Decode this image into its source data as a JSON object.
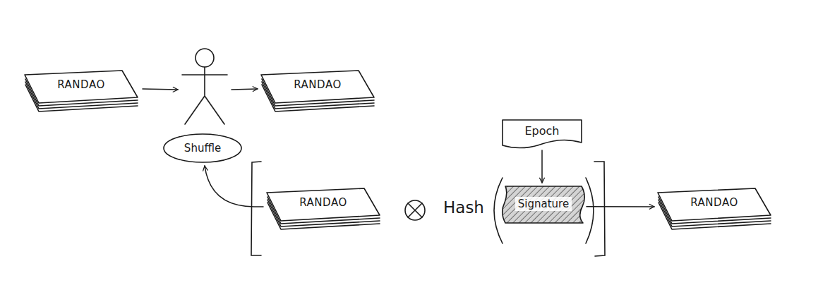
{
  "diagram": {
    "nodes": [
      {
        "text": [
          "RANDAO"
        ]
      },
      {
        "text": [
          "Shuffle"
        ]
      },
      {
        "text": [
          "RANDAO"
        ]
      },
      {
        "text": [
          "Epoch"
        ]
      },
      {
        "text": [
          "RANDAO"
        ]
      },
      {
        "text": [
          "Signature"
        ]
      },
      {
        "text": [
          "RANDAO"
        ]
      }
    ],
    "edges": [
      {
        "from": 0,
        "to": 1,
        "arrow": "to"
      },
      {
        "from": 1,
        "to": 2,
        "arrow": "to"
      },
      {
        "from": 4,
        "to": 1,
        "arrow": "to"
      },
      {
        "from": 3,
        "to": 5,
        "arrow": "to"
      },
      {
        "from": 5,
        "to": 6,
        "arrow": "to"
      }
    ],
    "labels": [
      "Hash"
    ]
  }
}
